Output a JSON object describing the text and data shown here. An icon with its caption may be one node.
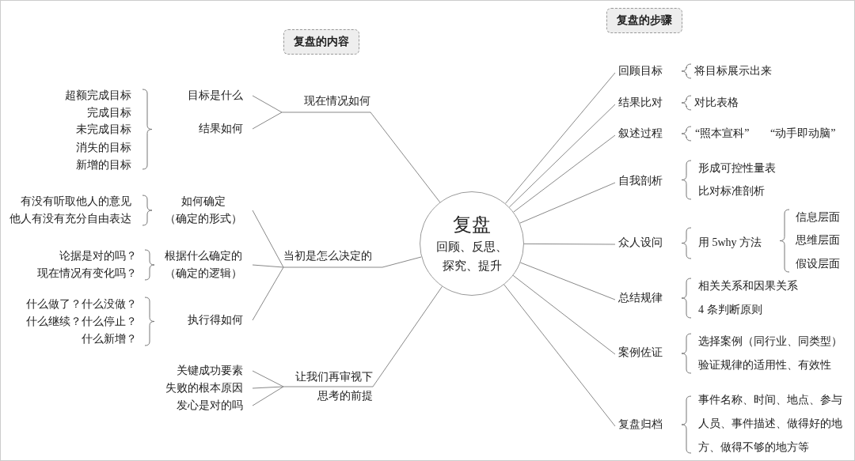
{
  "diagram": {
    "nodes": [
      {
        "text": [
          "复盘",
          "回顾、反思、探究、提升"
        ]
      },
      {
        "text": [
          "复盘的内容"
        ]
      },
      {
        "text": [
          "复盘的步骤"
        ]
      },
      {
        "text": [
          "现在情况如何"
        ]
      },
      {
        "text": [
          "目标是什么"
        ]
      },
      {
        "text": [
          "结果如何"
        ]
      },
      {
        "text": [
          "当初是怎么决定的"
        ]
      },
      {
        "text": [
          "如何确定（确定的形式）"
        ]
      },
      {
        "text": [
          "根据什么确定的（确定的逻辑）"
        ]
      },
      {
        "text": [
          "执行得如何"
        ]
      },
      {
        "text": [
          "让我们再审视下思考的前提"
        ]
      },
      {
        "text": [
          "关键成功要素"
        ]
      },
      {
        "text": [
          "失败的根本原因"
        ]
      },
      {
        "text": [
          "发心是对的吗"
        ]
      },
      {
        "text": [
          "回顾目标"
        ]
      },
      {
        "text": [
          "结果比对"
        ]
      },
      {
        "text": [
          "叙述过程"
        ]
      },
      {
        "text": [
          "自我剖析"
        ]
      },
      {
        "text": [
          "众人设问"
        ]
      },
      {
        "text": [
          "总结规律"
        ]
      },
      {
        "text": [
          "案例佐证"
        ]
      },
      {
        "text": [
          "复盘归档"
        ]
      }
    ],
    "edges": [
      {
        "from": 0,
        "to": 3,
        "arrow": "none"
      },
      {
        "from": 3,
        "to": 4,
        "arrow": "none"
      },
      {
        "from": 3,
        "to": 5,
        "arrow": "none"
      },
      {
        "from": 0,
        "to": 6,
        "arrow": "none"
      },
      {
        "from": 6,
        "to": 7,
        "arrow": "none"
      },
      {
        "from": 6,
        "to": 8,
        "arrow": "none"
      },
      {
        "from": 6,
        "to": 9,
        "arrow": "none"
      },
      {
        "from": 0,
        "to": 10,
        "arrow": "none"
      },
      {
        "from": 10,
        "to": 11,
        "arrow": "none"
      },
      {
        "from": 10,
        "to": 12,
        "arrow": "none"
      },
      {
        "from": 10,
        "to": 13,
        "arrow": "none"
      },
      {
        "from": 0,
        "to": 14,
        "arrow": "none"
      },
      {
        "from": 0,
        "to": 15,
        "arrow": "none"
      },
      {
        "from": 0,
        "to": 16,
        "arrow": "none"
      },
      {
        "from": 0,
        "to": 17,
        "arrow": "none"
      },
      {
        "from": 0,
        "to": 18,
        "arrow": "none"
      },
      {
        "from": 0,
        "to": 19,
        "arrow": "none"
      },
      {
        "from": 0,
        "to": 20,
        "arrow": "none"
      },
      {
        "from": 0,
        "to": 21,
        "arrow": "none"
      }
    ],
    "labels": [
      "超额完成目标",
      "完成目标",
      "未完成目标",
      "消失的目标",
      "新增的目标",
      "有没有听取他人的意见",
      "他人有没有充分自由表达",
      "论据是对的吗？",
      "现在情况有变化吗？",
      "什么做了？什么没做？",
      "什么继续？什么停止？",
      "什么新增？",
      "将目标展示出来",
      "对比表格",
      "“照本宣科”",
      "“动手即动脑”",
      "形成可控性量表",
      "比对标准剖析",
      "用 5why 方法",
      "信息层面",
      "思维层面",
      "假设层面",
      "相关关系和因果关系",
      "4 条判断原则",
      "选择案例（同行业、同类型）",
      "验证规律的适用性、有效性",
      "事件名称、时间、地点、参与人员、事件描述、做得好的地方、做得不够的地方等"
    ]
  }
}
